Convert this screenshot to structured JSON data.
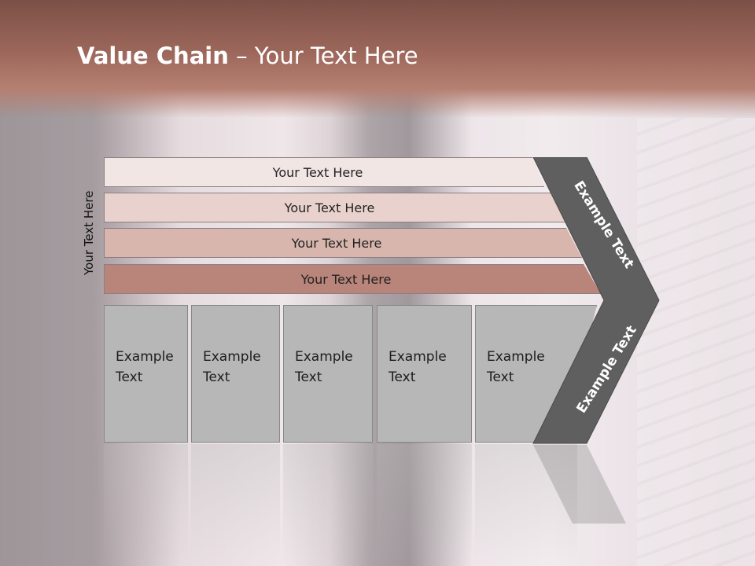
{
  "slide": {
    "title_bold": "Value Chain",
    "title_rest": " – Your Text Here",
    "side_label": "Your Text Here"
  },
  "rows": [
    {
      "label": "Your Text Here"
    },
    {
      "label": "Your Text Here"
    },
    {
      "label": "Your Text Here"
    },
    {
      "label": "Your Text Here"
    }
  ],
  "boxes": [
    {
      "line1": "Example",
      "line2": "Text"
    },
    {
      "line1": "Example",
      "line2": "Text"
    },
    {
      "line1": "Example",
      "line2": "Text"
    },
    {
      "line1": "Example",
      "line2": "Text"
    },
    {
      "line1": "Example",
      "line2": "Text"
    }
  ],
  "chevron": {
    "upper_label": "Example Text",
    "lower_label": "Example Text",
    "fill": "#5f5f5f"
  },
  "colors": {
    "header": "#9d675b",
    "row1": "#f1e6e4",
    "row2": "#e9d2cd",
    "row3": "#d8b6ae",
    "row4": "#b98479",
    "box": "#b8b7b8"
  }
}
